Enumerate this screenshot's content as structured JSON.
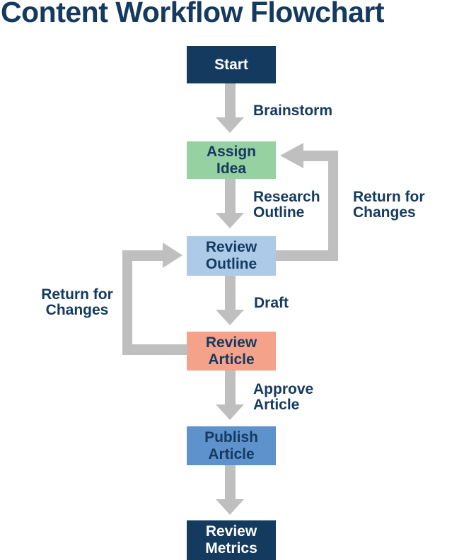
{
  "title": "Content Workflow Flowchart",
  "colors": {
    "heading_text": "#153A60",
    "node_dark_navy": "#153A60",
    "node_green": "#96D1A2",
    "node_light_blue": "#ADCBE9",
    "node_salmon": "#F5A28B",
    "node_medium_blue": "#5E92CD",
    "node_text_light": "#FFFFFF",
    "arrow_gray": "#BFBFBF"
  },
  "flowchart": {
    "nodes": [
      {
        "id": "start",
        "label": "Start",
        "color": "#153A60"
      },
      {
        "id": "assign-idea",
        "label": "Assign Idea",
        "color": "#96D1A2"
      },
      {
        "id": "review-outline",
        "label": "Review Outline",
        "color": "#ADCBE9"
      },
      {
        "id": "review-article",
        "label": "Review Article",
        "color": "#F5A28B"
      },
      {
        "id": "publish-article",
        "label": "Publish Article",
        "color": "#5E92CD"
      },
      {
        "id": "review-metrics",
        "label": "Review Metrics",
        "color": "#153A60"
      }
    ],
    "edges": [
      {
        "from": "start",
        "to": "assign-idea",
        "label": "Brainstorm",
        "path": "down"
      },
      {
        "from": "assign-idea",
        "to": "review-outline",
        "label": "Research Outline",
        "path": "down"
      },
      {
        "from": "review-outline",
        "to": "review-article",
        "label": "Draft",
        "path": "down"
      },
      {
        "from": "review-article",
        "to": "publish-article",
        "label": "Approve Article",
        "path": "down"
      },
      {
        "from": "publish-article",
        "to": "review-metrics",
        "label": "",
        "path": "down"
      },
      {
        "from": "review-outline",
        "to": "assign-idea",
        "label": "Return for Changes",
        "path": "right-loop"
      },
      {
        "from": "review-article",
        "to": "review-outline",
        "label": "Return for Changes",
        "path": "left-loop"
      }
    ]
  }
}
